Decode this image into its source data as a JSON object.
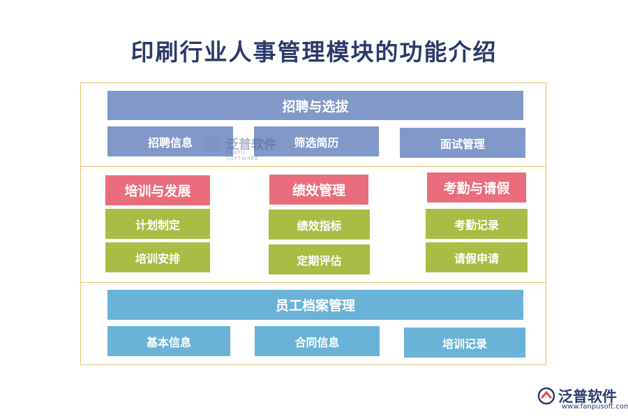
{
  "title": "印刷行业人事管理模块的功能介绍",
  "sections": {
    "recruit": {
      "header": "招聘与选拔",
      "items": [
        "招聘信息",
        "筛选简历",
        "面试管理"
      ]
    },
    "training": {
      "header": "培训与发展",
      "items": [
        "计划制定",
        "培训安排"
      ]
    },
    "performance": {
      "header": "绩效管理",
      "items": [
        "绩效指标",
        "定期评估"
      ]
    },
    "attendance": {
      "header": "考勤与请假",
      "items": [
        "考勤记录",
        "请假申请"
      ]
    },
    "archive": {
      "header": "员工档案管理",
      "items": [
        "基本信息",
        "合同信息",
        "培训记录"
      ]
    }
  },
  "watermark": {
    "name": "泛普软件",
    "sub": "FANPU SOFTWARE"
  },
  "logo": {
    "name": "泛普软件",
    "url": "www.fanpusoft.com"
  },
  "colors": {
    "section_header_blue": "#8298c8",
    "section_header_pink": "#ea6d7d",
    "item_green": "#a7bd45",
    "item_cyan": "#6ab2d7",
    "frame_border": "#e6c46a",
    "title": "#2b3a6b"
  }
}
